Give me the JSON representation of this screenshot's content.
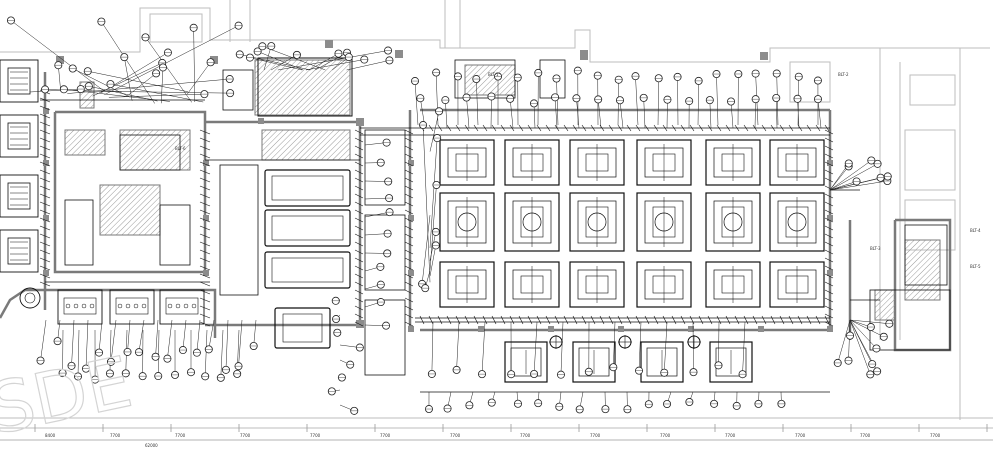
{
  "colors": {
    "background": "#ffffff",
    "wall": "#7a7a7a",
    "fill_gray": "#8c8c8c",
    "wire": "#111111",
    "thin": "#9a9a9a",
    "faint": "#cfcfcf"
  },
  "room_tags": [
    "BLT-1",
    "BLT-2",
    "BLT-3",
    "BLT-4",
    "BLT-5",
    "BLT-6"
  ],
  "dimension_labels": [
    "8400",
    "7700",
    "7700",
    "7700",
    "7700",
    "7700",
    "7700",
    "7700",
    "7700",
    "7700",
    "7700",
    "7700",
    "7700",
    "7700"
  ],
  "dimension_total": "62000",
  "watermark": "SDE"
}
